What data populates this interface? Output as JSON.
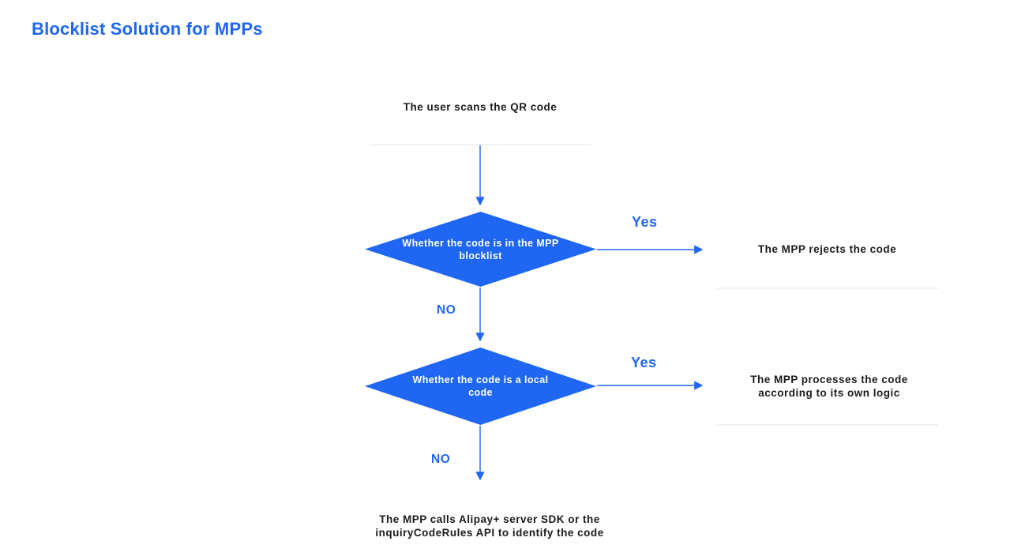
{
  "page": {
    "title": "Blocklist Solution for MPPs"
  },
  "colors": {
    "accent": "#1f66f2",
    "diamond_fill": "#1f66f2",
    "divider": "#eef1f6",
    "text": "#1a1a1a"
  },
  "flowchart": {
    "start": {
      "label": "The user scans the QR code"
    },
    "decision1": {
      "label": "Whether the code is in the MPP blocklist",
      "yes_label": "Yes",
      "no_label": "NO"
    },
    "outcome1": {
      "label": "The MPP rejects the code"
    },
    "decision2": {
      "label": "Whether the code is a local code",
      "yes_label": "Yes",
      "no_label": "NO"
    },
    "outcome2": {
      "lines": [
        "The MPP processes the code",
        "according to its own logic"
      ]
    },
    "end": {
      "lines": [
        "The MPP calls Alipay+ server SDK or the",
        "inquiryCodeRules API to identify the code"
      ]
    }
  }
}
